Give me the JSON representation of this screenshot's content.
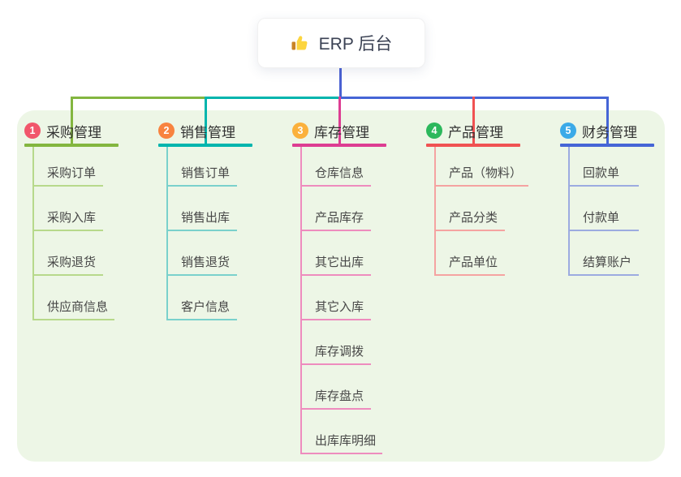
{
  "root": {
    "title": "ERP 后台",
    "icon": "thumbs-up-icon"
  },
  "colors": {
    "panel_bg": "#edf6e6",
    "root_connector": "#4a61d2",
    "root_text": "#3b4254",
    "branch_text": "#313131",
    "child_text": "#474747"
  },
  "branches": [
    {
      "badge": "1",
      "label": "采购管理",
      "color": "#83b63f",
      "light_color": "#b7d98b",
      "badge_color": "#f1566b",
      "children": [
        "采购订单",
        "采购入库",
        "采购退货",
        "供应商信息"
      ]
    },
    {
      "badge": "2",
      "label": "销售管理",
      "color": "#00b5ad",
      "light_color": "#7ad1cc",
      "badge_color": "#f8833f",
      "children": [
        "销售订单",
        "销售出库",
        "销售退货",
        "客户信息"
      ]
    },
    {
      "badge": "3",
      "label": "库存管理",
      "color": "#dd3d92",
      "light_color": "#ee8cbe",
      "badge_color": "#fbb13c",
      "children": [
        "仓库信息",
        "产品库存",
        "其它出库",
        "其它入库",
        "库存调拨",
        "库存盘点",
        "出库库明细"
      ]
    },
    {
      "badge": "4",
      "label": "产品管理",
      "color": "#f05252",
      "light_color": "#f5a3a1",
      "badge_color": "#2cb85c",
      "children": [
        "产品（物料）",
        "产品分类",
        "产品单位"
      ]
    },
    {
      "badge": "5",
      "label": "财务管理",
      "color": "#4565d6",
      "light_color": "#9cabe0",
      "badge_color": "#3baae8",
      "children": [
        "回款单",
        "付款单",
        "结算账户"
      ]
    }
  ]
}
